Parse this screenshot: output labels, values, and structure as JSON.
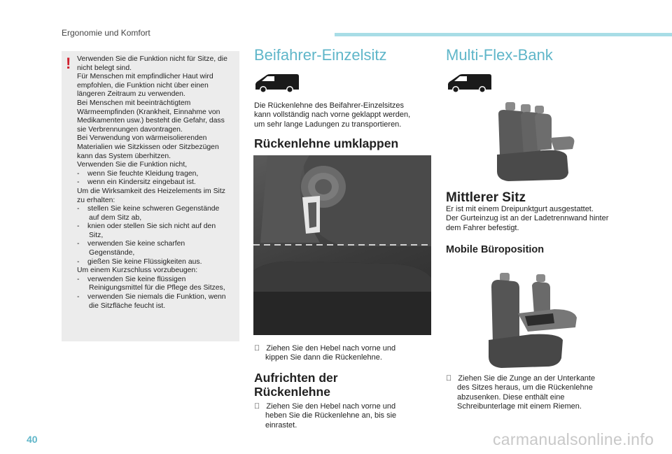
{
  "header": {
    "section": "Ergonomie und Komfort"
  },
  "warning": {
    "icon": "!",
    "lines": [
      {
        "text": "Verwenden Sie die Funktion nicht für Sitze, die",
        "indent": false
      },
      {
        "text": "nicht belegt sind.",
        "indent": false
      },
      {
        "text": "Für Menschen mit empfindlicher Haut wird",
        "indent": false
      },
      {
        "text": "empfohlen, die Funktion nicht über einen",
        "indent": false
      },
      {
        "text": "längeren Zeitraum zu verwenden.",
        "indent": false
      },
      {
        "text": "Bei Menschen mit beeinträchtigtem",
        "indent": false
      },
      {
        "text": "Wärmeempfinden (Krankheit, Einnahme von",
        "indent": false
      },
      {
        "text": "Medikamenten usw.) besteht die Gefahr, dass",
        "indent": false
      },
      {
        "text": "sie Verbrennungen davontragen.",
        "indent": false
      },
      {
        "text": "Bei Verwendung von wärmeisolierenden",
        "indent": false
      },
      {
        "text": "Materialien wie Sitzkissen oder Sitzbezügen",
        "indent": false
      },
      {
        "text": "kann das System überhitzen.",
        "indent": false
      },
      {
        "text": "Verwenden Sie die Funktion nicht,",
        "indent": false
      },
      {
        "text": "-    wenn Sie feuchte Kleidung tragen,",
        "indent": false
      },
      {
        "text": "-    wenn ein Kindersitz eingebaut ist.",
        "indent": false
      },
      {
        "text": "Um die Wirksamkeit des Heizelements im Sitz",
        "indent": false
      },
      {
        "text": "zu erhalten:",
        "indent": false
      },
      {
        "text": "-    stellen Sie keine schweren Gegenstände",
        "indent": false
      },
      {
        "text": "auf dem Sitz ab,",
        "indent": true
      },
      {
        "text": "-    knien oder stellen Sie sich nicht auf den",
        "indent": false
      },
      {
        "text": "Sitz,",
        "indent": true
      },
      {
        "text": "-    verwenden Sie keine scharfen",
        "indent": false
      },
      {
        "text": "Gegenstände,",
        "indent": true
      },
      {
        "text": "-    gießen Sie keine Flüssigkeiten aus.",
        "indent": false
      },
      {
        "text": "Um einem Kurzschluss vorzubeugen:",
        "indent": false
      },
      {
        "text": "-    verwenden Sie keine flüssigen",
        "indent": false
      },
      {
        "text": "Reinigungsmittel für die Pflege des Sitzes,",
        "indent": true
      },
      {
        "text": "-    verwenden Sie niemals die Funktion, wenn",
        "indent": false
      },
      {
        "text": "die Sitzfläche feucht ist.",
        "indent": true
      }
    ]
  },
  "passenger": {
    "title": "Beifahrer-Einzelsitz",
    "intro": [
      "Die Rückenlehne des Beifahrer-Einzelsitzes",
      "kann vollständig nach vorne geklappt werden,",
      "um sehr lange Ladungen zu transportieren."
    ],
    "fold_title": "Rückenlehne umklappen",
    "fold_steps": [
      {
        "text": "   Ziehen Sie den Hebel nach vorne und",
        "indent": false
      },
      {
        "text": "kippen Sie dann die Rückenlehne.",
        "indent": true
      }
    ],
    "raise_title_1": "Aufrichten der",
    "raise_title_2": "Rückenlehne",
    "raise_steps": [
      {
        "text": "   Ziehen Sie den Hebel nach vorne und",
        "indent": false
      },
      {
        "text": "heben Sie die Rückenlehne an, bis sie",
        "indent": true
      },
      {
        "text": "einrastet.",
        "indent": true
      }
    ]
  },
  "bench": {
    "title": "Multi-Flex-Bank",
    "middle_title": "Mittlerer Sitz",
    "middle_text": [
      "Er ist mit einem Dreipunktgurt ausgestattet.",
      "Der Gurteinzug ist an der Ladetrennwand hinter",
      "dem Fahrer befestigt."
    ],
    "office_title": "Mobile Büroposition",
    "office_steps": [
      {
        "text": "   Ziehen Sie die Zunge an der Unterkante",
        "indent": false
      },
      {
        "text": "des Sitzes heraus, um die Rückenlehne",
        "indent": true
      },
      {
        "text": "abzusenken. Diese enthält eine",
        "indent": true
      },
      {
        "text": "Schreibunterlage mit einem Riemen.",
        "indent": true
      }
    ]
  },
  "footer": {
    "page_number": "40",
    "watermark": "carmanualsonline.info"
  },
  "colors": {
    "accent": "#5fb6c9",
    "warning_red": "#d0202e",
    "box_bg": "#ececec"
  }
}
